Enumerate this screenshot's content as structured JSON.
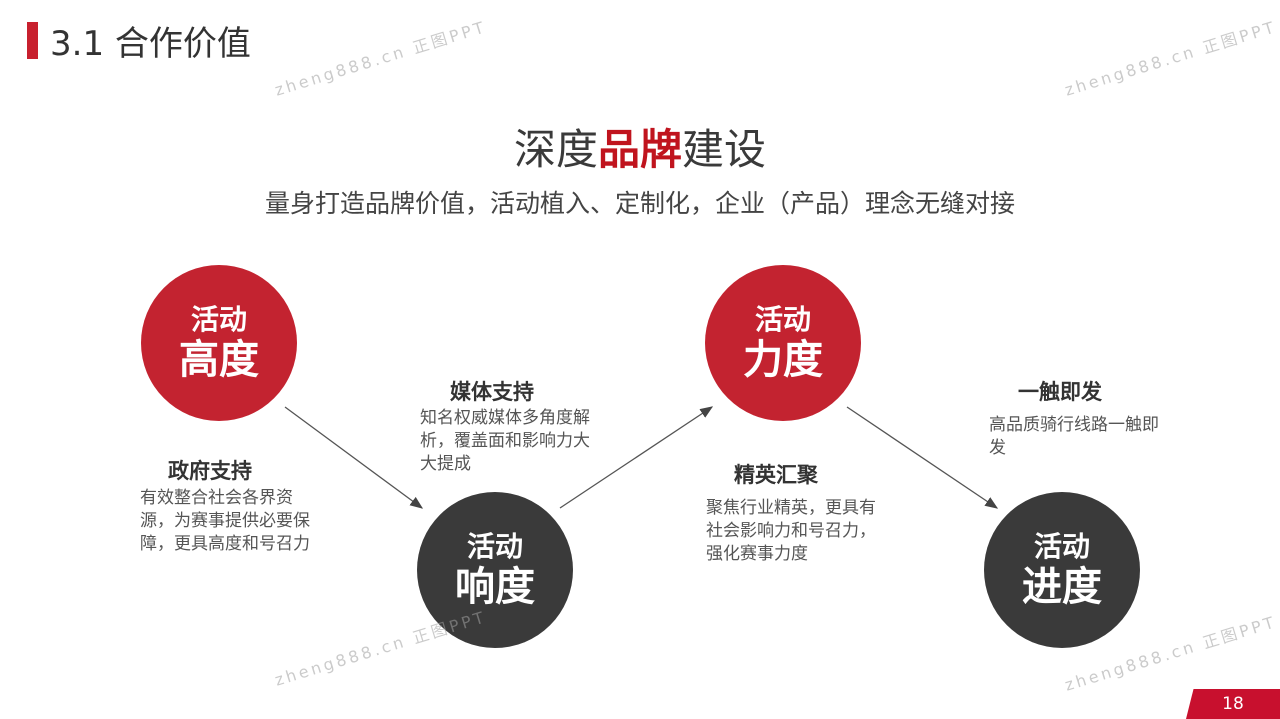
{
  "title": "3.1 合作价值",
  "headline": {
    "before": "深度",
    "highlight": "品牌",
    "after": "建设"
  },
  "subtitle": "量身打造品牌价值，活动植入、定制化，企业（产品）理念无缝对接",
  "nodes": [
    {
      "line1": "活动",
      "line2": "高度",
      "heading": "政府支持",
      "text": "有效整合社会各界资源，为赛事提供必要保障，更具高度和号召力"
    },
    {
      "line1": "活动",
      "line2": "响度",
      "heading": "媒体支持",
      "text": "知名权威媒体多角度解析，覆盖面和影响力大大提成"
    },
    {
      "line1": "活动",
      "line2": "力度",
      "heading": "精英汇聚",
      "text": "聚焦行业精英，更具有社会影响力和号召力，强化赛事力度"
    },
    {
      "line1": "活动",
      "line2": "进度",
      "heading": "一触即发",
      "text": "高品质骑行线路一触即发"
    }
  ],
  "watermark": "zheng888.cn 正图PPT",
  "page_number": "18",
  "colors": {
    "red": "#c32330",
    "dark": "#3a3a3a"
  }
}
